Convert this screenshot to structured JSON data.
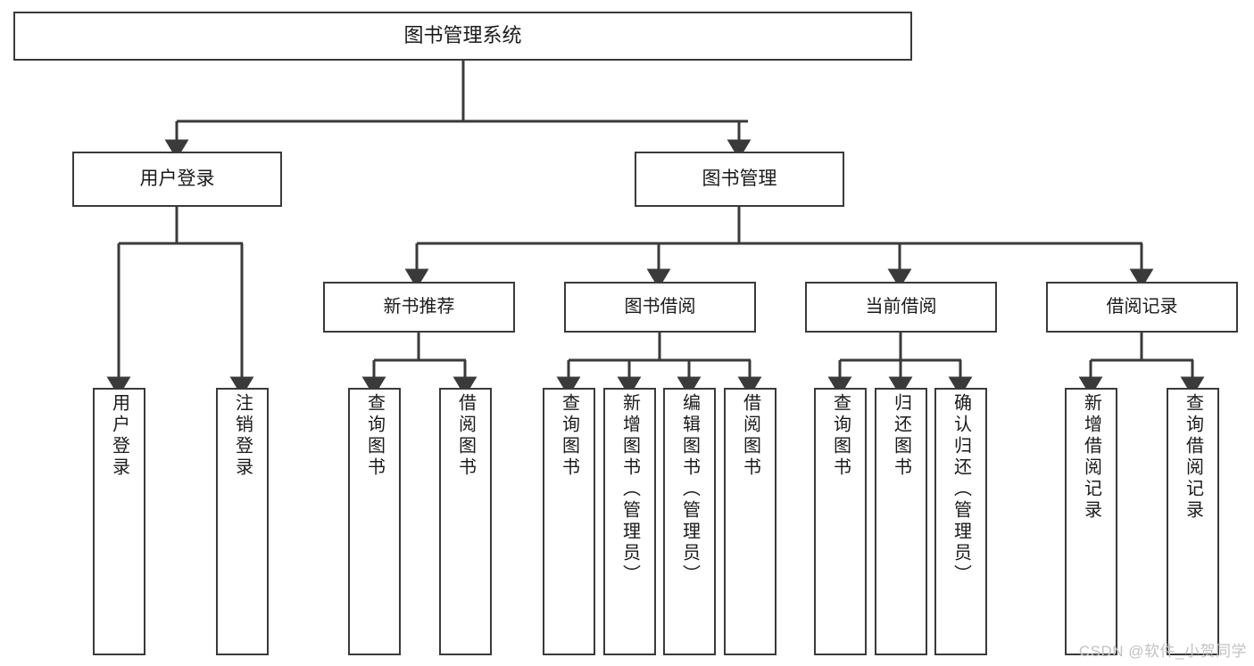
{
  "diagram": {
    "title": "图书管理系统",
    "watermark": "CSDN @软件_小贺同学",
    "line_color": "#3a3a3a",
    "box_fill": "#ffffff",
    "text_color": "#1a1a1a",
    "nodes": {
      "root": {
        "label": "图书管理系统"
      },
      "level2": [
        {
          "id": "user-login",
          "label": "用户登录"
        },
        {
          "id": "book-manage",
          "label": "图书管理"
        }
      ],
      "level3": [
        {
          "id": "new-book-recommend",
          "label": "新书推荐",
          "parent": "book-manage"
        },
        {
          "id": "book-borrow",
          "label": "图书借阅",
          "parent": "book-manage"
        },
        {
          "id": "current-borrow",
          "label": "当前借阅",
          "parent": "book-manage"
        },
        {
          "id": "borrow-record",
          "label": "借阅记录",
          "parent": "book-manage"
        }
      ],
      "leaves": [
        {
          "id": "leaf-user-login",
          "label": "用户登录",
          "parent": "user-login"
        },
        {
          "id": "leaf-logout",
          "label": "注销登录",
          "parent": "user-login"
        },
        {
          "id": "leaf-query-book-1",
          "label": "查询图书",
          "parent": "new-book-recommend"
        },
        {
          "id": "leaf-borrow-book-1",
          "label": "借阅图书",
          "parent": "new-book-recommend"
        },
        {
          "id": "leaf-query-book-2",
          "label": "查询图书",
          "parent": "book-borrow"
        },
        {
          "id": "leaf-add-book",
          "label": "新增图书（管理员）",
          "parent": "book-borrow"
        },
        {
          "id": "leaf-edit-book",
          "label": "编辑图书（管理员）",
          "parent": "book-borrow"
        },
        {
          "id": "leaf-borrow-book-2",
          "label": "借阅图书",
          "parent": "book-borrow"
        },
        {
          "id": "leaf-query-book-3",
          "label": "查询图书",
          "parent": "current-borrow"
        },
        {
          "id": "leaf-return-book",
          "label": "归还图书",
          "parent": "current-borrow"
        },
        {
          "id": "leaf-confirm-return",
          "label": "确认归还（管理员）",
          "parent": "current-borrow"
        },
        {
          "id": "leaf-add-record",
          "label": "新增借阅记录",
          "parent": "borrow-record"
        },
        {
          "id": "leaf-query-record",
          "label": "查询借阅记录",
          "parent": "borrow-record"
        }
      ]
    }
  }
}
